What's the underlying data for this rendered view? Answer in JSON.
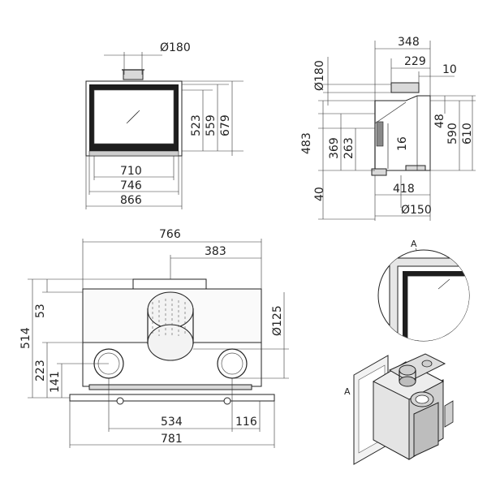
{
  "front_view": {
    "flue_diameter": "Ø180",
    "glass_height": "523",
    "door_height": "559",
    "total_height": "679",
    "glass_width": "710",
    "door_width": "746",
    "total_width": "866"
  },
  "side_view": {
    "depth_total": "348",
    "flue_offset": "229",
    "flue_setback": "10",
    "flue_diameter": "Ø180",
    "top_gap": "48",
    "inner_height": "590",
    "outer_height": "610",
    "height_483": "483",
    "height_369": "369",
    "height_263": "263",
    "thickness_16": "16",
    "base_height": "40",
    "base_depth": "418",
    "inlet_diameter": "Ø150"
  },
  "top_view": {
    "width_766": "766",
    "center_383": "383",
    "depth_514": "514",
    "offset_53": "53",
    "offset_223": "223",
    "offset_141": "141",
    "duct_diameter": "Ø125",
    "duct_spacing": "534",
    "offset_116": "116",
    "width_781": "781"
  },
  "detail": {
    "label": "A"
  },
  "iso_view": {
    "label": "A"
  }
}
